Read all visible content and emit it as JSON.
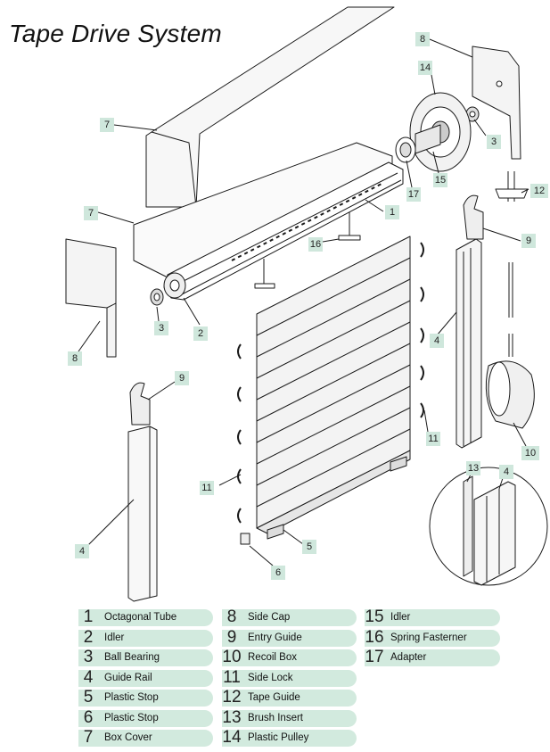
{
  "title": "Tape Drive System",
  "colors": {
    "callout_bg": "#cfe7dc",
    "legend_bg": "#d2eade",
    "line": "#1a1a1a",
    "panel": "#f7f7f7"
  },
  "callouts": [
    {
      "id": "c7a",
      "label": "7"
    },
    {
      "id": "c7b",
      "label": "7"
    },
    {
      "id": "c8a",
      "label": "8"
    },
    {
      "id": "c8b",
      "label": "8"
    },
    {
      "id": "c14",
      "label": "14"
    },
    {
      "id": "c3a",
      "label": "3"
    },
    {
      "id": "c3b",
      "label": "3"
    },
    {
      "id": "c15",
      "label": "15"
    },
    {
      "id": "c17",
      "label": "17"
    },
    {
      "id": "c12",
      "label": "12"
    },
    {
      "id": "c1",
      "label": "1"
    },
    {
      "id": "c16",
      "label": "16"
    },
    {
      "id": "c9a",
      "label": "9"
    },
    {
      "id": "c9b",
      "label": "9"
    },
    {
      "id": "c2",
      "label": "2"
    },
    {
      "id": "c4a",
      "label": "4"
    },
    {
      "id": "c4b",
      "label": "4"
    },
    {
      "id": "c4c",
      "label": "4"
    },
    {
      "id": "c11a",
      "label": "11"
    },
    {
      "id": "c11b",
      "label": "11"
    },
    {
      "id": "c10",
      "label": "10"
    },
    {
      "id": "c13",
      "label": "13"
    },
    {
      "id": "c5",
      "label": "5"
    },
    {
      "id": "c6",
      "label": "6"
    }
  ],
  "legend": [
    {
      "num": "1",
      "label": "Octagonal Tube"
    },
    {
      "num": "2",
      "label": "Idler"
    },
    {
      "num": "3",
      "label": "Ball Bearing"
    },
    {
      "num": "4",
      "label": "Guide Rail"
    },
    {
      "num": "5",
      "label": "Plastic Stop"
    },
    {
      "num": "6",
      "label": "Plastic Stop"
    },
    {
      "num": "7",
      "label": "Box Cover"
    },
    {
      "num": "8",
      "label": "Side Cap"
    },
    {
      "num": "9",
      "label": "Entry Guide"
    },
    {
      "num": "10",
      "label": "Recoil Box"
    },
    {
      "num": "11",
      "label": "Side Lock"
    },
    {
      "num": "12",
      "label": "Tape Guide"
    },
    {
      "num": "13",
      "label": "Brush Insert"
    },
    {
      "num": "14",
      "label": "Plastic Pulley"
    },
    {
      "num": "15",
      "label": "Idler"
    },
    {
      "num": "16",
      "label": "Spring Fasterner"
    },
    {
      "num": "17",
      "label": "Adapter"
    }
  ]
}
